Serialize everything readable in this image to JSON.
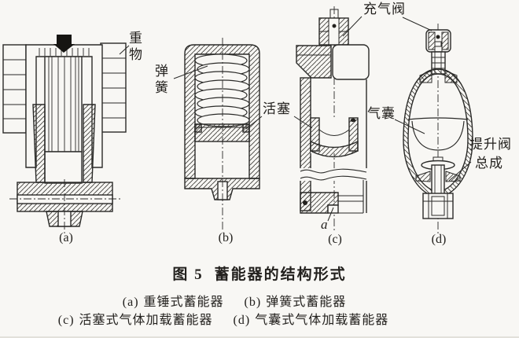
{
  "figure": {
    "label": "图 5",
    "title": "蓄能器的结构形式",
    "subcaptions": [
      {
        "key": "(a)",
        "text": "重锤式蓄能器"
      },
      {
        "key": "(b)",
        "text": "弹簧式蓄能器"
      },
      {
        "key": "(c)",
        "text": "活塞式气体加载蓄能器"
      },
      {
        "key": "(d)",
        "text": "气囊式气体加载蓄能器"
      }
    ]
  },
  "panels": {
    "a": "(a)",
    "b": "(b)",
    "c": "(c)",
    "d": "(d)"
  },
  "annotations": {
    "weight": "重物",
    "spring": "弹簧",
    "piston": "活塞",
    "charging_valve": "充气阀",
    "bladder": "气囊",
    "poppet_valve_line1": "提升阀",
    "poppet_valve_line2": "总成",
    "port_a": "a"
  },
  "colors": {
    "ink": "#2a2a28",
    "paper": "#f8f7f4"
  }
}
